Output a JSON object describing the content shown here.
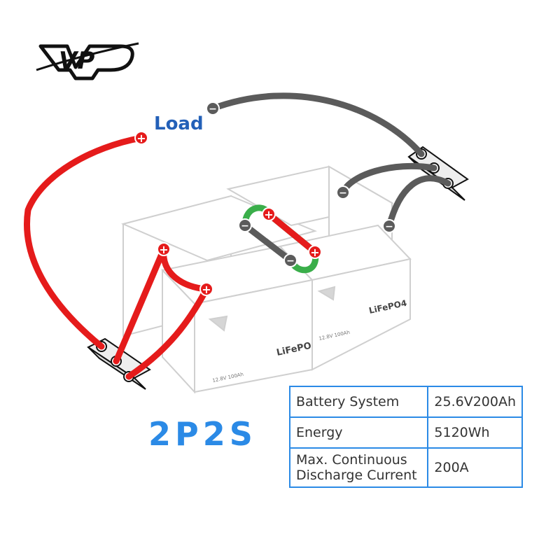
{
  "brand": {
    "logo_text": "VP"
  },
  "load_label": "Load",
  "configuration_label": "2P2S",
  "battery": {
    "chemistry_label": "LiFePO4",
    "rating_label": "12.8V 100Ah"
  },
  "terminal_symbols": {
    "positive": "+",
    "negative": "−"
  },
  "specs": [
    {
      "label": "Battery System",
      "value": "25.6V200Ah"
    },
    {
      "label": "Energy",
      "value": "5120Wh"
    },
    {
      "label": "Max. Continuous\nDischarge Current",
      "value": "200A"
    }
  ],
  "colors": {
    "positive_cable": "#e51b1b",
    "negative_cable": "#5b5b5b",
    "series_link": "#3aae4a",
    "accent": "#2b8ae6",
    "load_text": "#2360b8",
    "battery_outline": "#cfcfcf"
  }
}
